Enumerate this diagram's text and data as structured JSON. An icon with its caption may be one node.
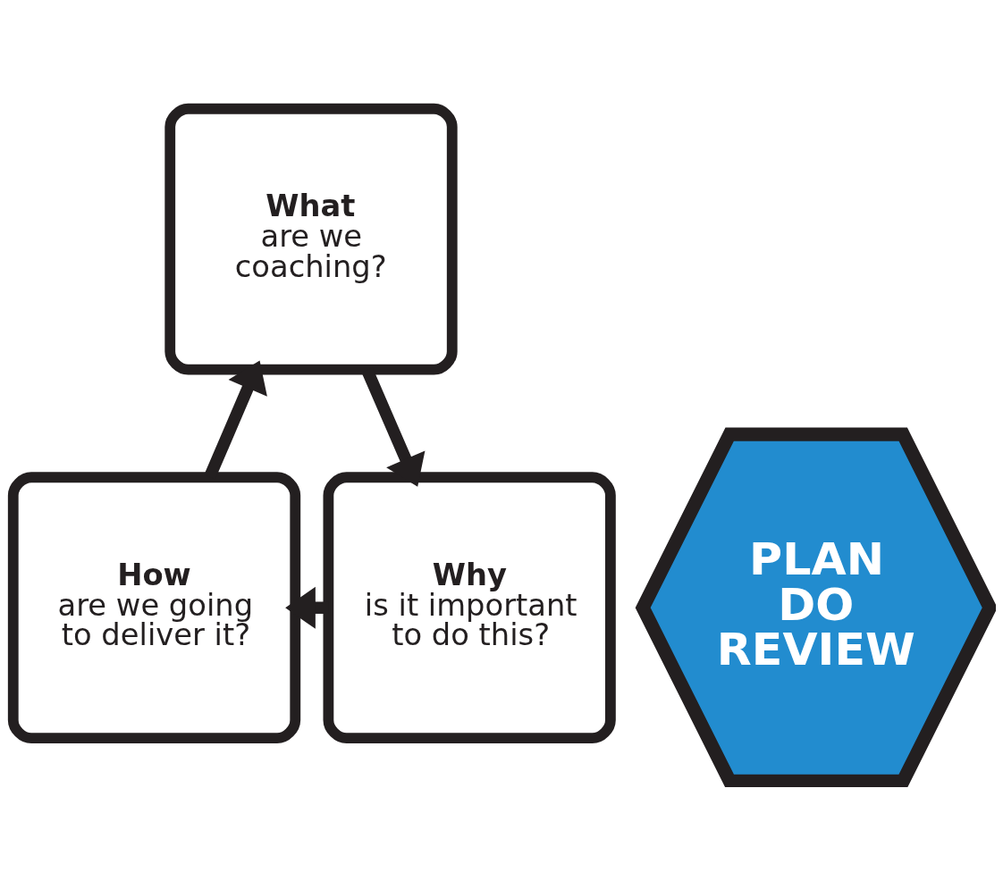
{
  "diagram": {
    "nodes": [
      {
        "text": [
          "What",
          "are we coaching?"
        ]
      },
      {
        "text": [
          "How",
          "are we going to deliver it?"
        ]
      },
      {
        "text": [
          "PLAN DO REVIEW"
        ]
      },
      {
        "text": [
          "Why",
          "is it important to do this?"
        ]
      }
    ],
    "edges": [
      {
        "from": 1,
        "to": 0,
        "arrow": "to"
      },
      {
        "from": 0,
        "to": 3,
        "arrow": "to"
      },
      {
        "from": 3,
        "to": 1,
        "arrow": "to"
      }
    ]
  }
}
